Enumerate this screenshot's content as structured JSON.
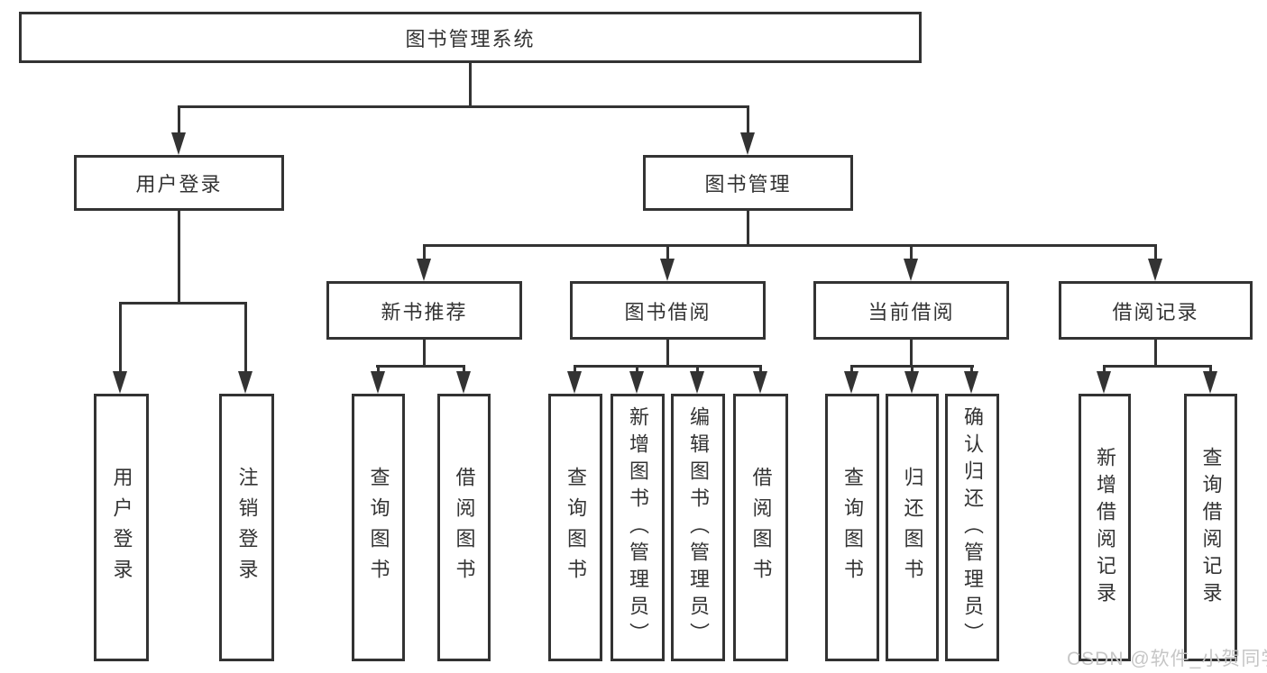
{
  "colors": {
    "stroke": "#333333",
    "text": "#333333",
    "watermark": "#c6c6c6",
    "background": "#ffffff"
  },
  "diagram": {
    "root": {
      "label": "图书管理系统"
    },
    "level2": [
      {
        "label": "用户登录"
      },
      {
        "label": "图书管理"
      }
    ],
    "level3": [
      {
        "label": "新书推荐"
      },
      {
        "label": "图书借阅"
      },
      {
        "label": "当前借阅"
      },
      {
        "label": "借阅记录"
      }
    ],
    "leaves": {
      "user_login": [
        {
          "label": "用户登录"
        },
        {
          "label": "注销登录"
        }
      ],
      "new_book": [
        {
          "label": "查询图书"
        },
        {
          "label": "借阅图书"
        }
      ],
      "book_borrow": [
        {
          "label": "查询图书"
        },
        {
          "label": "新增图书（管理员）"
        },
        {
          "label": "编辑图书（管理员）"
        },
        {
          "label": "借阅图书"
        }
      ],
      "current_borrow": [
        {
          "label": "查询图书"
        },
        {
          "label": "归还图书"
        },
        {
          "label": "确认归还（管理员）"
        }
      ],
      "borrow_records": [
        {
          "label": "新增借阅记录"
        },
        {
          "label": "查询借阅记录"
        }
      ]
    }
  },
  "watermark": {
    "text": "CSDN @软件_小贺同学"
  }
}
